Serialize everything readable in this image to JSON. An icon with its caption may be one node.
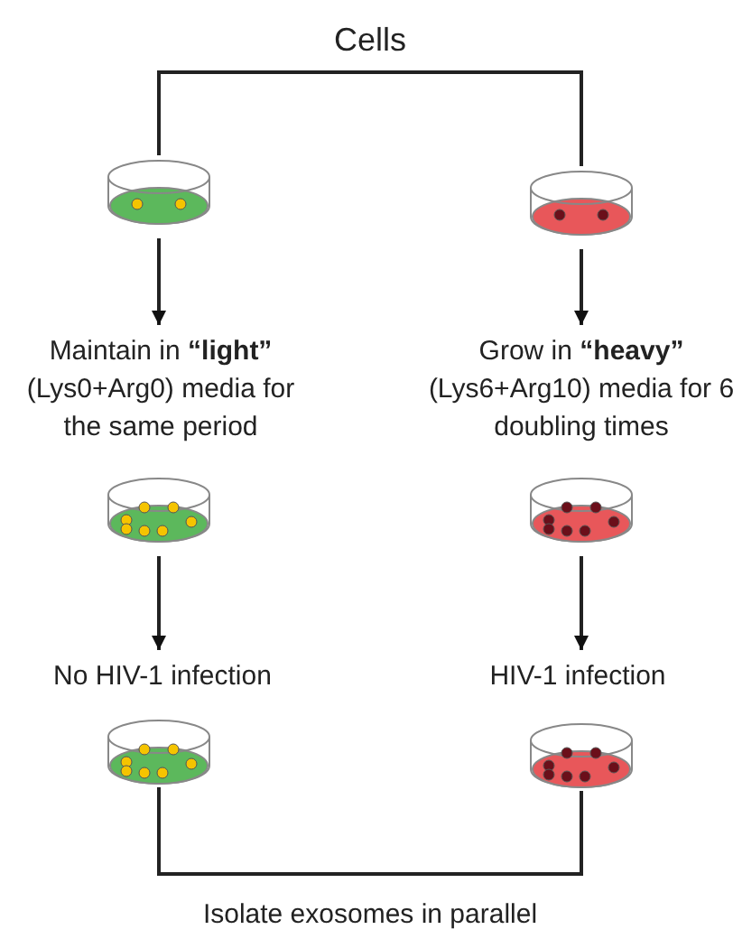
{
  "diagram": {
    "nodes": [
      {
        "text": [
          "Cells"
        ]
      },
      {
        "text": [],
        "shape": "dish"
      },
      {
        "text": [],
        "shape": "dish"
      },
      {
        "text": [
          "Maintain in **“light”** (Lys0+Arg0) media for the same period"
        ]
      },
      {
        "text": [
          "Grow in **“heavy”** (Lys6+Arg10) media for 6 doubling times"
        ]
      },
      {
        "text": [],
        "shape": "dish"
      },
      {
        "text": [],
        "shape": "dish"
      },
      {
        "text": [
          "No HIV-1 infection"
        ]
      },
      {
        "text": [
          "HIV-1 infection"
        ]
      },
      {
        "text": [],
        "shape": "dish"
      },
      {
        "text": [],
        "shape": "dish"
      },
      {
        "text": [
          "Isolate exosomes in parallel"
        ]
      }
    ],
    "edges": [
      {
        "from": 0,
        "to": 1,
        "arrow": "none"
      },
      {
        "from": 0,
        "to": 2,
        "arrow": "none"
      },
      {
        "from": 1,
        "to": 3,
        "arrow": "to"
      },
      {
        "from": 2,
        "to": 4,
        "arrow": "to"
      },
      {
        "from": 5,
        "to": 7,
        "arrow": "to"
      },
      {
        "from": 6,
        "to": 8,
        "arrow": "to"
      },
      {
        "from": 9,
        "to": 11,
        "arrow": "none"
      },
      {
        "from": 10,
        "to": 11,
        "arrow": "none"
      }
    ]
  }
}
